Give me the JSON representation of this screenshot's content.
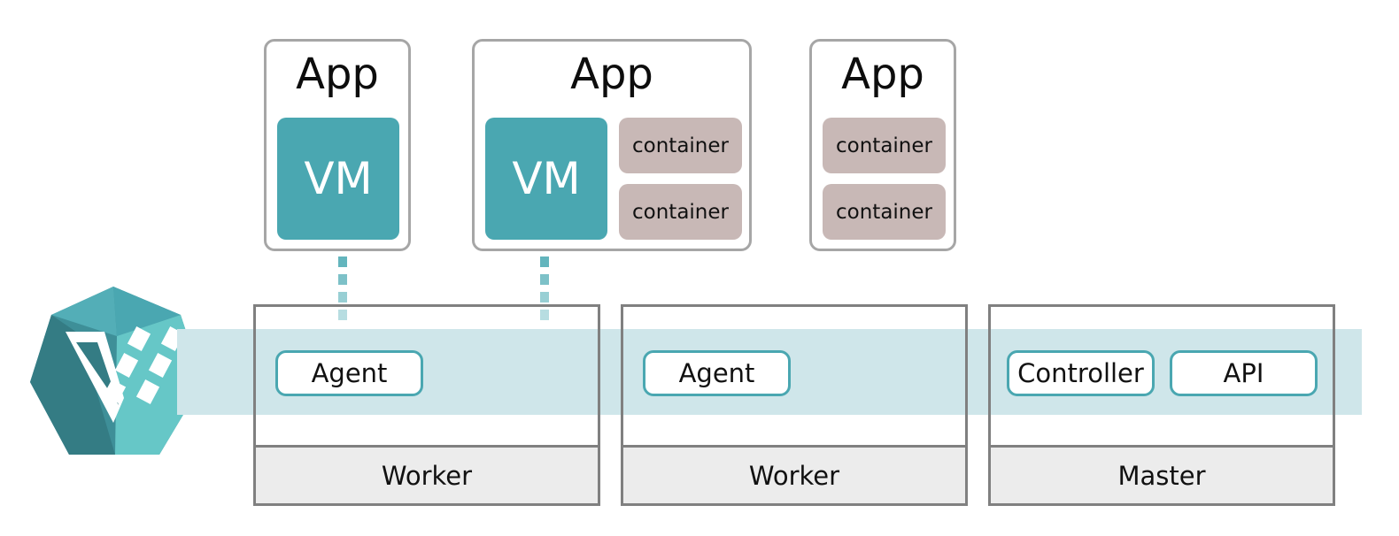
{
  "colors": {
    "accent": "#4aa7b1",
    "band": "#cfe6ea",
    "container": "#c8b8b6",
    "node_border": "#808080",
    "node_footer_bg": "#ececec",
    "app_border": "#a6a6a6"
  },
  "apps": [
    {
      "title": "App",
      "vm": "VM"
    },
    {
      "title": "App",
      "vm": "VM",
      "containers": [
        "container",
        "container"
      ]
    },
    {
      "title": "App",
      "containers": [
        "container",
        "container"
      ]
    }
  ],
  "nodes": [
    {
      "role": "Worker",
      "components": [
        "Agent"
      ]
    },
    {
      "role": "Worker",
      "components": [
        "Agent"
      ]
    },
    {
      "role": "Master",
      "components": [
        "Controller",
        "API"
      ]
    }
  ],
  "logo": {
    "icon": "kubevirt-logo-icon"
  }
}
